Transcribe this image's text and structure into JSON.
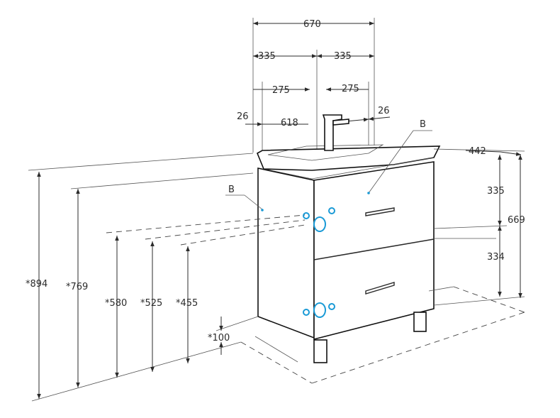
{
  "colors": {
    "line": "#2b2b2b",
    "accent": "#1a9ad6"
  },
  "labels": {
    "w670": "670",
    "w335a": "335",
    "w335b": "335",
    "w275a": "275",
    "w275b": "275",
    "w26a": "26",
    "w618": "618",
    "w26b": "26",
    "d442": "442",
    "h335": "335",
    "h669": "669",
    "h334": "334",
    "h894": "*894",
    "h769": "*769",
    "h580": "*580",
    "h525": "*525",
    "h455": "*455",
    "h100": "*100",
    "markB1": "B",
    "markB2": "B"
  },
  "icons": [
    "drawer-handle-icon",
    "connection-point-icon"
  ]
}
